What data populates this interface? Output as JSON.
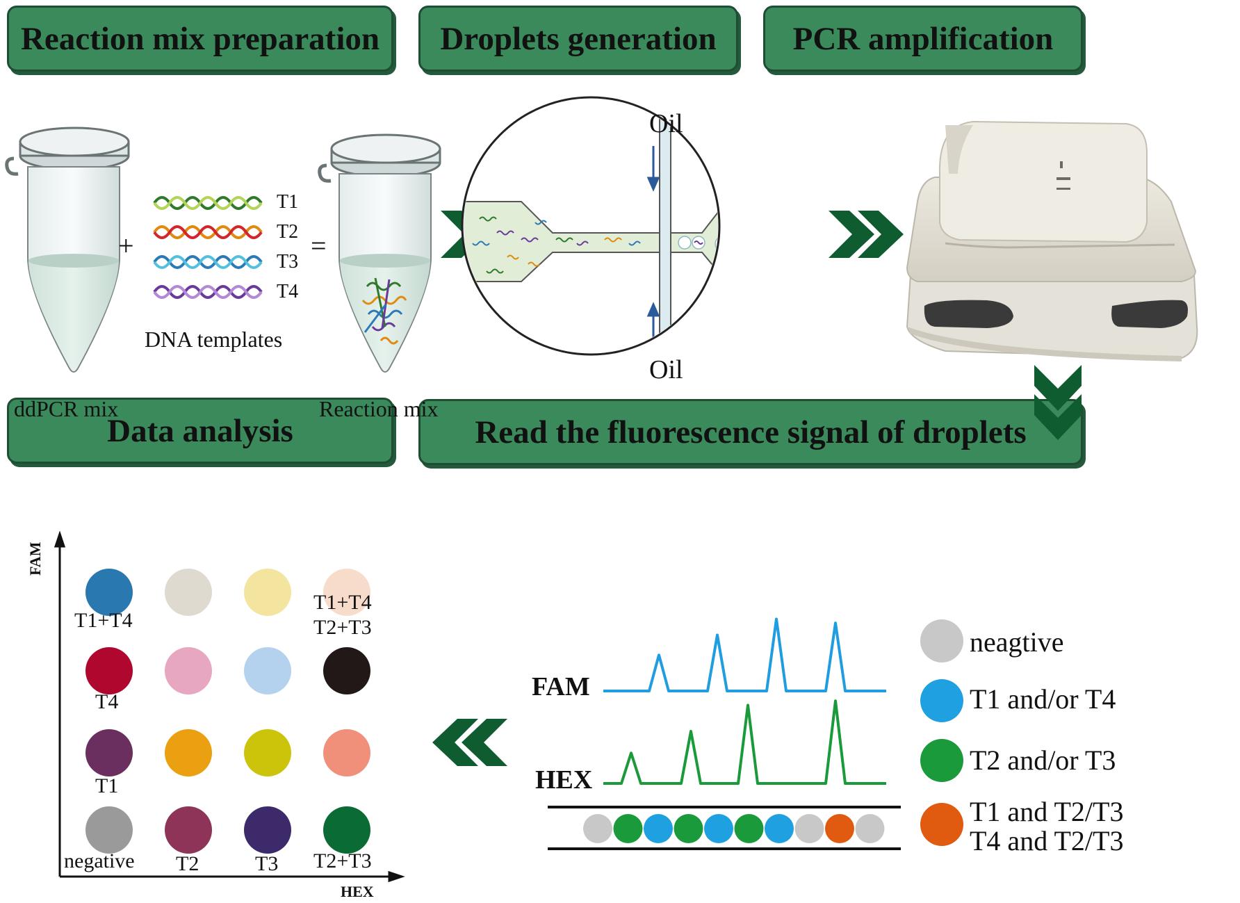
{
  "steps": {
    "s1": "Reaction mix preparation",
    "s2": "Droplets generation",
    "s3": "PCR amplification",
    "s4": "Data analysis",
    "s5": "Read the fluorescence signal of droplets"
  },
  "prep": {
    "tube1_label": "ddPCR mix",
    "tube2_label": "Reaction mix",
    "plus": "+",
    "equals": "=",
    "templates_label": "DNA templates",
    "templates": [
      "T1",
      "T2",
      "T3",
      "T4"
    ],
    "template_colors": [
      "#2f7a2a",
      "#e08a10",
      "#2a7ab8",
      "#6a3a9a"
    ]
  },
  "droplets": {
    "oil_top": "Oil",
    "oil_bottom": "Oil"
  },
  "analysis": {
    "y_axis": "FAM",
    "x_axis": "HEX",
    "labels": [
      "T1+T4",
      "T1+T4",
      "T2+T3",
      "T4",
      "T1",
      "negative",
      "T2",
      "T3",
      "T2+T3"
    ],
    "grid_colors": [
      [
        "#2a78b0",
        "#dedad0",
        "#f3e4a0",
        "#f7dccb"
      ],
      [
        "#b0072e",
        "#e8a7c0",
        "#b4d2ee",
        "#221818"
      ],
      [
        "#6a2f5e",
        "#eaa011",
        "#ccc40a",
        "#f1907a"
      ],
      [
        "#9a9a9a",
        "#8e3458",
        "#3c2a6a",
        "#0b6b34"
      ]
    ]
  },
  "fluorescence": {
    "fam_label": "FAM",
    "hex_label": "HEX",
    "fam_color": "#1f9de0",
    "hex_color": "#1a9a3a",
    "fam_peaks": [
      0.45,
      0.7,
      0.9,
      0.85
    ],
    "hex_peaks": [
      0.35,
      0.6,
      0.9,
      0.95
    ],
    "droplet_row": [
      "#c8c8c8",
      "#1a9a3a",
      "#1fa0e0",
      "#1a9a3a",
      "#1fa0e0",
      "#1a9a3a",
      "#1fa0e0",
      "#c8c8c8",
      "#e05a10",
      "#c8c8c8"
    ],
    "legend": [
      {
        "color": "#c8c8c8",
        "text": "neagtive"
      },
      {
        "color": "#1fa0e0",
        "text": "T1 and/or T4"
      },
      {
        "color": "#1a9a3a",
        "text": "T2 and/or T3"
      },
      {
        "color": "#e05a10",
        "text": "T1 and T2/T3",
        "text2": "T4 and T2/T3"
      }
    ]
  },
  "colors": {
    "banner": "#3a8a5c",
    "arrow": "#0e5c30"
  }
}
